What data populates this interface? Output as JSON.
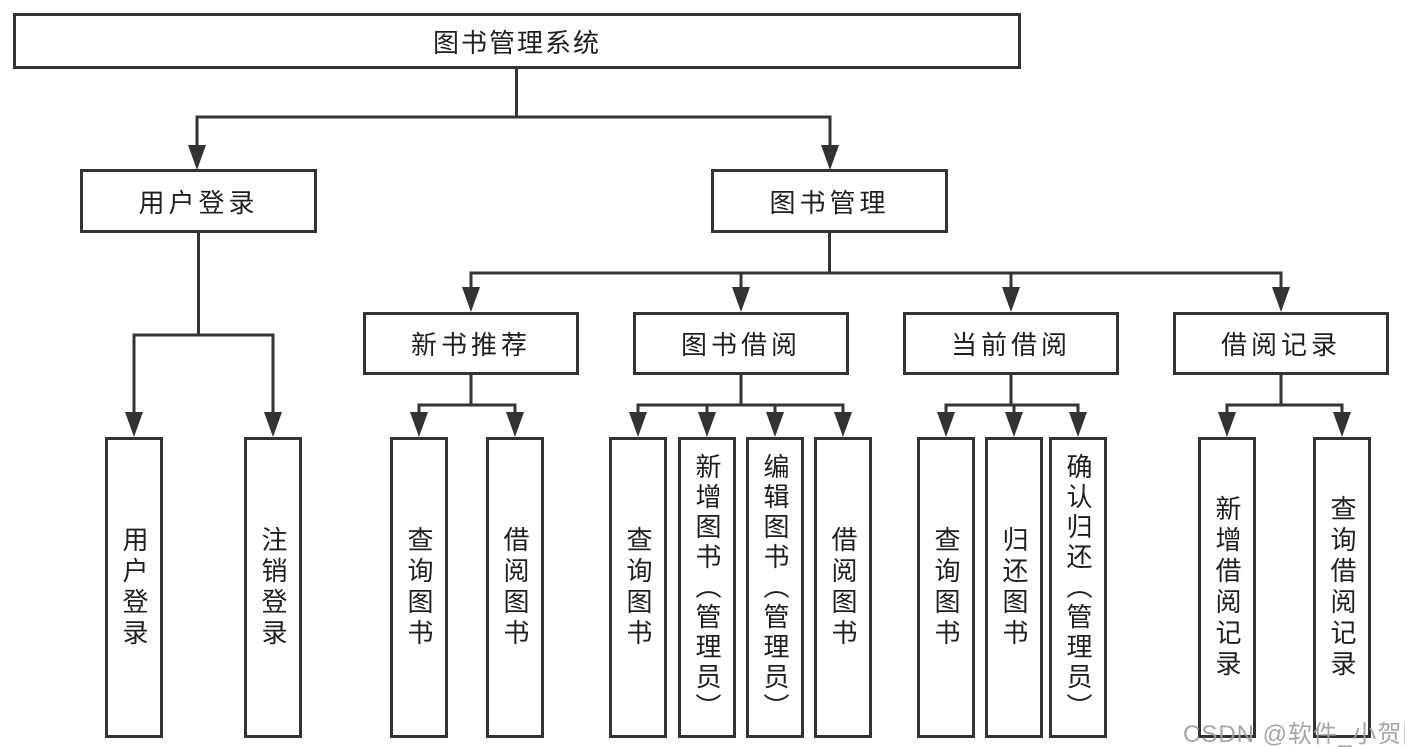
{
  "tree": {
    "root": {
      "label": "图书管理系统"
    },
    "branches": [
      {
        "label": "用户登录",
        "children": [
          {
            "label": "用户登录"
          },
          {
            "label": "注销登录"
          }
        ]
      },
      {
        "label": "图书管理",
        "children": [
          {
            "label": "新书推荐",
            "children": [
              {
                "label": "查询图书"
              },
              {
                "label": "借阅图书"
              }
            ]
          },
          {
            "label": "图书借阅",
            "children": [
              {
                "label": "查询图书"
              },
              {
                "label": "新增图书（管理员）"
              },
              {
                "label": "编辑图书（管理员）"
              },
              {
                "label": "借阅图书"
              }
            ]
          },
          {
            "label": "当前借阅",
            "children": [
              {
                "label": "查询图书"
              },
              {
                "label": "归还图书"
              },
              {
                "label": "确认归还（管理员）"
              }
            ]
          },
          {
            "label": "借阅记录",
            "children": [
              {
                "label": "新增借阅记录"
              },
              {
                "label": "查询借阅记录"
              }
            ]
          }
        ]
      }
    ]
  },
  "watermark": {
    "text": "CSDN @软件_小贺同学"
  },
  "colors": {
    "line": "#333333",
    "box_border": "#333333",
    "text": "#1f1f1f",
    "watermark": "#9e9e9e",
    "background": "#ffffff"
  }
}
